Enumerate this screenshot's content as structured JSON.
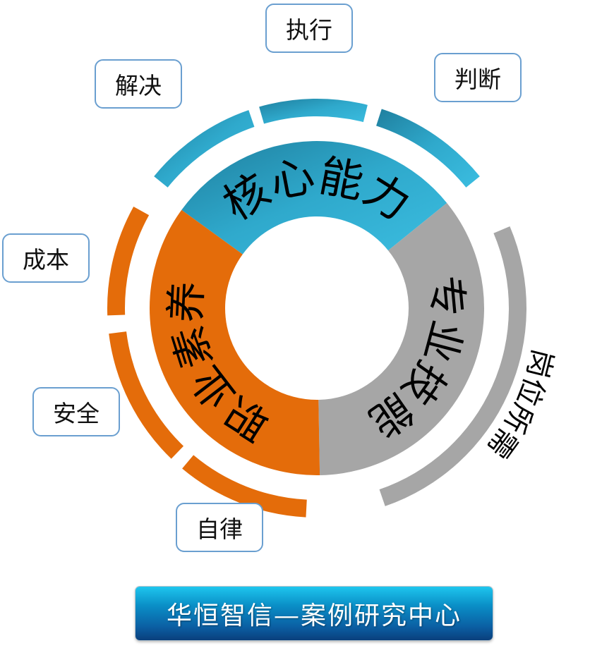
{
  "segments": [
    {
      "label": "核心能力",
      "color": "#2ea9cc",
      "start": 216,
      "end": 321
    },
    {
      "label": "专业技能",
      "color": "#a6a6a6",
      "start": 321,
      "end": 449
    },
    {
      "label": "职业素养",
      "color": "#e46c0a",
      "start": 89,
      "end": 216
    }
  ],
  "outer_arcs": [
    {
      "color": "#2ea9cc",
      "start": 219,
      "end": 251
    },
    {
      "color": "#2ea9cc",
      "start": 254,
      "end": 284
    },
    {
      "color": "#2ea9cc",
      "start": 288,
      "end": 321
    },
    {
      "color": "#e46c0a",
      "start": 178,
      "end": 209
    },
    {
      "color": "#e46c0a",
      "start": 134,
      "end": 173
    },
    {
      "color": "#e46c0a",
      "start": 93,
      "end": 130
    },
    {
      "color": "#a6a6a6",
      "start": 337,
      "end": 431
    }
  ],
  "outer_label": "岗位所需",
  "labels": {
    "zhixing": "执行",
    "panduan": "判断",
    "jiejue": "解决",
    "chengben": "成本",
    "anquan": "安全",
    "zilv": "自律"
  },
  "banner": "华恒智信—案例研究中心"
}
